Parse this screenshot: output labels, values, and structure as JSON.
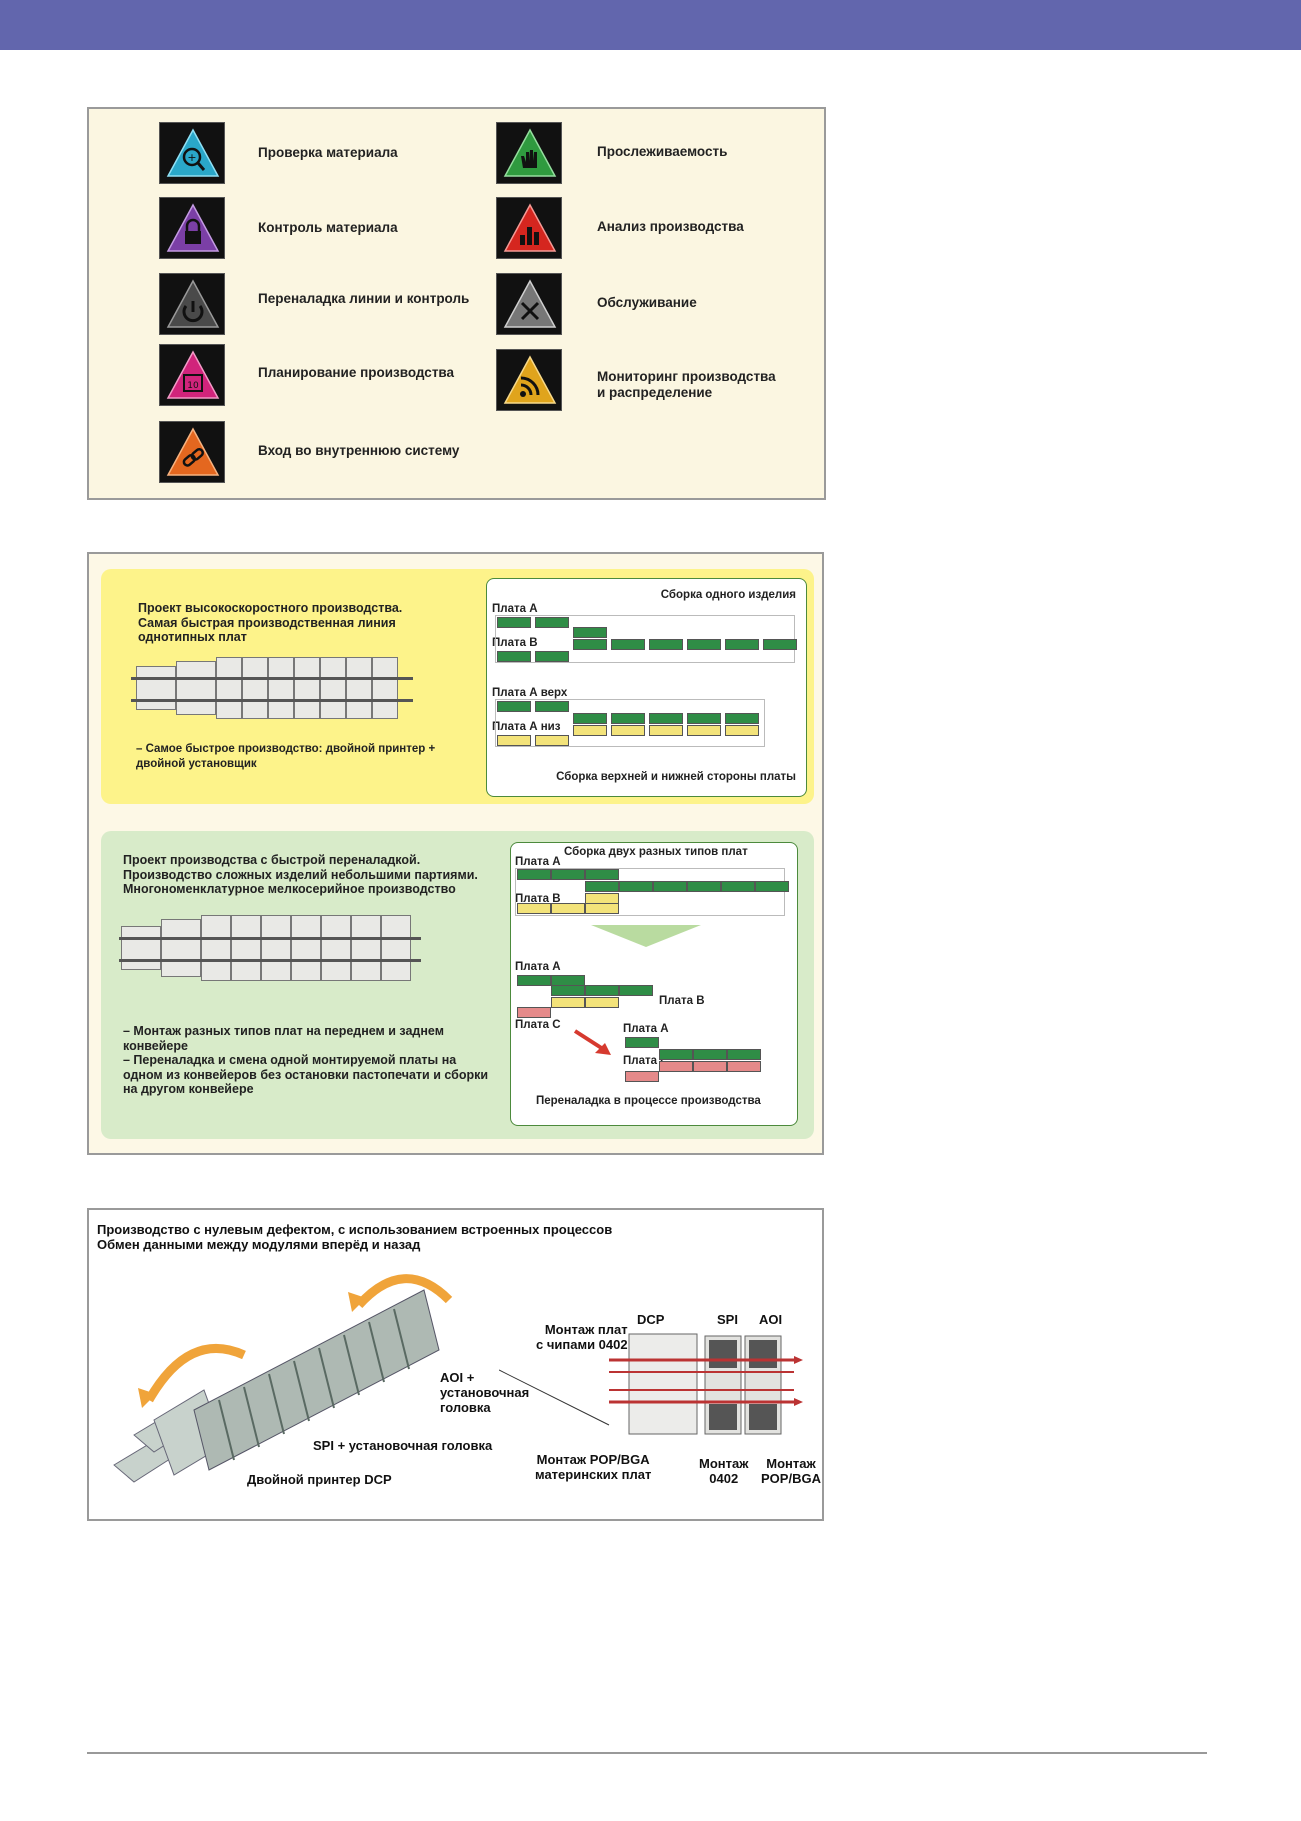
{
  "colors": {
    "header_bar": "#6266ad",
    "green_board": "#2f8d46",
    "yellow_board": "#f3e37a",
    "red_board": "#e58a8a"
  },
  "figure1": {
    "left_items": [
      {
        "icon": "magnifier-plus-icon",
        "color": "#2aa7c9",
        "label": "Проверка материала"
      },
      {
        "icon": "lock-icon",
        "color": "#7b3fa6",
        "label": "Контроль материала"
      },
      {
        "icon": "power-icon",
        "color": "#555555",
        "label": "Переналадка линии и контроль"
      },
      {
        "icon": "calendar-icon",
        "color": "#d1247b",
        "label": "Планирование производства"
      },
      {
        "icon": "link-icon",
        "color": "#e4671f",
        "label": "Вход во внутреннюю систему"
      }
    ],
    "right_items": [
      {
        "icon": "hand-icon",
        "color": "#2f9a3f",
        "label": "Прослеживаемость"
      },
      {
        "icon": "bar-chart-icon",
        "color": "#d5261f",
        "label": "Анализ производства"
      },
      {
        "icon": "tools-icon",
        "color": "#777777",
        "label": "Обслуживание"
      },
      {
        "icon": "rss-icon",
        "color": "#e0a41c",
        "label": "Мониторинг производства\nи распределение"
      }
    ]
  },
  "figure2": {
    "yellow": {
      "text": "Проект высокоскоростного производства.\nСамая быстрая производственная линия\nоднотипных плат",
      "note": "– Самое быстрое производство: двойной принтер +\nдвойной установщик",
      "inner_title": "Сборка одного изделия",
      "inner_bottom": "Сборка верхней и нижней стороны платы",
      "labels": [
        "Плата А",
        "Плата В",
        "Плата А верх",
        "Плата А низ"
      ]
    },
    "green": {
      "text": "Проект производства с быстрой переналадкой.\nПроизводство сложных изделий небольшими партиями.\nМногономенклатурное мелкосерийное производство",
      "note": "– Монтаж разных типов плат на переднем и заднем\nконвейере\n– Переналадка и смена одной монтируемой платы на\nодном из конвейеров без остановки пастопечати и сборки\nна другом конвейере",
      "inner_title": "Сборка двух разных типов плат",
      "inner_bottom": "Переналадка в процессе производства",
      "labels": [
        "Плата А",
        "Плата В",
        "Плата А",
        "Плата В",
        "Плата С",
        "Плата А",
        "Плата С"
      ]
    }
  },
  "figure3": {
    "title_line1": "Производство с нулевым дефектом, с использованием встроенных процессов",
    "title_line2": "Обмен данными между модулями вперёд и назад",
    "label_aoi": "AOI +\nустановочная\nголовка",
    "label_spi": "SPI + установочная головка",
    "label_dcp": "Двойной принтер DCP",
    "label_chips": "Монтаж плат\nс чипами 0402",
    "label_pop": "Монтаж POP/BGA\nматеринских плат",
    "head_dcp": "DCP",
    "head_spi": "SPI",
    "head_aoi": "AOI",
    "label_0402": "Монтаж\n0402",
    "label_popbga": "Монтаж\nPOP/BGA"
  }
}
